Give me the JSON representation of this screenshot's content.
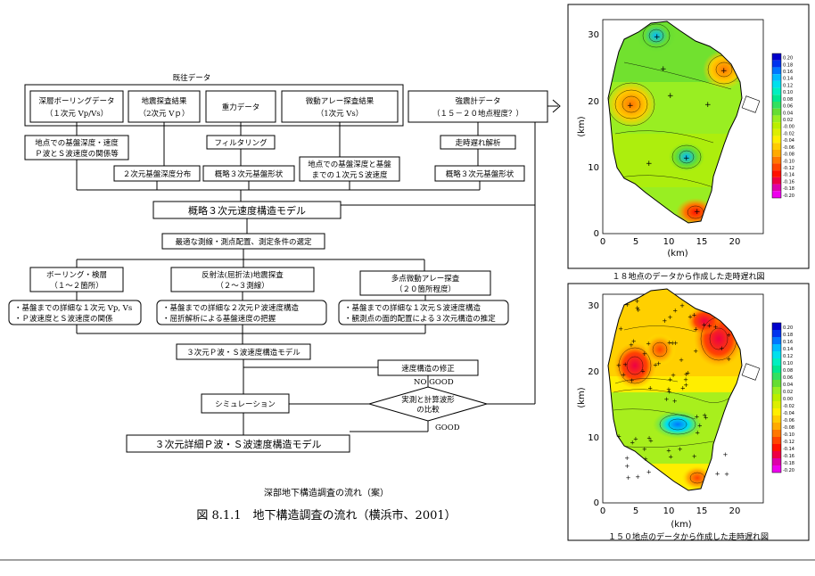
{
  "flow": {
    "existing_data_label": "既往データ",
    "boxes": {
      "boring": [
        "深層ボーリングデータ",
        "（１次元 Vp/Vs）"
      ],
      "seismic": [
        "地震探査結果",
        "（2次元 Vｐ）"
      ],
      "gravity": "重力データ",
      "microtremor": [
        "微動アレー探査結果",
        "（1次元 Vs）"
      ],
      "strongmotion": [
        "強震計データ",
        "（１５－２０地点程度？）"
      ],
      "relation": [
        "地点での基盤深度・速度",
        "Ｐ波とＳ波速度の関係等"
      ],
      "basement2d": "２次元基盤深度分布",
      "filtering": "フィルタリング",
      "approx3d_a": "概略３次元基盤形状",
      "depth1d": [
        "地点での基盤深度と基盤",
        "までの１次元Ｓ波速度"
      ],
      "traveltime": "走時遅れ解析",
      "approx3d_b": "概略３次元基盤形状",
      "model_approx": "概略３次元速度構造モデル",
      "selection": "最適な測線・測点配置、測定条件の選定",
      "logging": [
        "ボーリング・検層",
        "（１～２箇所）"
      ],
      "reflection": [
        "反射法(屈折法)地震探査",
        "（２～３測線）"
      ],
      "array": [
        "多点微動アレー探査",
        "（２０箇所程度）"
      ],
      "logging_result": [
        "・基盤までの詳細な１次元 Vp, Vs",
        "・Ｐ波速度とＳ波速度の関係"
      ],
      "reflection_result": [
        "・基盤までの詳細な２次元Ｐ波速度構造",
        "・屈折解析による基盤速度の把握"
      ],
      "array_result": [
        "・基盤までの詳細な１次元Ｓ波速度構造",
        "・観測点の面的配置による３次元構造の推定"
      ],
      "model_ps": "３次元Ｐ波・Ｓ波速度構造モデル",
      "correction": "速度構造の修正",
      "no_good": "NO GOOD",
      "simulation": "シミュレーション",
      "compare": [
        "実測と計算波形",
        "の比較"
      ],
      "good": "GOOD",
      "final_model": "３次元詳細Ｐ波・Ｓ波速度構造モデル"
    },
    "caption_sub": "深部地下構造調査の流れ（案）",
    "caption_main": "図 8.1.1　地下構造調査の流れ（横浜市、2001）"
  },
  "maps": [
    {
      "caption": "１８地点のデータから作成した走時遅れ図",
      "x_label": "(km)",
      "y_label": "(km)",
      "x_ticks": [
        "0",
        "5",
        "10",
        "15",
        "20"
      ],
      "y_ticks": [
        "0",
        "10",
        "20",
        "30"
      ],
      "colorbar": [
        "0.20",
        "0.18",
        "0.16",
        "0.14",
        "0.12",
        "0.10",
        "0.08",
        "0.06",
        "0.04",
        "0.02",
        "-0.00",
        "-0.02",
        "-0.04",
        "-0.06",
        "-0.08",
        "-0.10",
        "-0.12",
        "-0.14",
        "-0.16",
        "-0.18",
        "-0.20"
      ]
    },
    {
      "caption": "１５０地点のデータから作成した走時遅れ図",
      "x_label": "(km)",
      "y_label": "(km)",
      "x_ticks": [
        "0",
        "5",
        "10",
        "15",
        "20"
      ],
      "y_ticks": [
        "0",
        "10",
        "20",
        "30"
      ],
      "colorbar": [
        "0.20",
        "0.18",
        "0.16",
        "0.14",
        "0.12",
        "0.10",
        "0.08",
        "0.06",
        "0.04",
        "0.02",
        "0.00",
        "-0.02",
        "-0.04",
        "-0.06",
        "-0.08",
        "-0.10",
        "-0.12",
        "-0.14",
        "-0.16",
        "-0.18",
        "-0.20"
      ]
    }
  ],
  "colors": {
    "scale": [
      "#0000cc",
      "#0033ee",
      "#0077ff",
      "#00bbff",
      "#00e0ee",
      "#00f0c0",
      "#00e890",
      "#33e060",
      "#66dd33",
      "#99ee22",
      "#bbee00",
      "#ddee00",
      "#ffee00",
      "#ffcc00",
      "#ffaa00",
      "#ff7700",
      "#ff4400",
      "#ff1100",
      "#ee0044",
      "#dd00aa",
      "#ee00ee"
    ]
  }
}
